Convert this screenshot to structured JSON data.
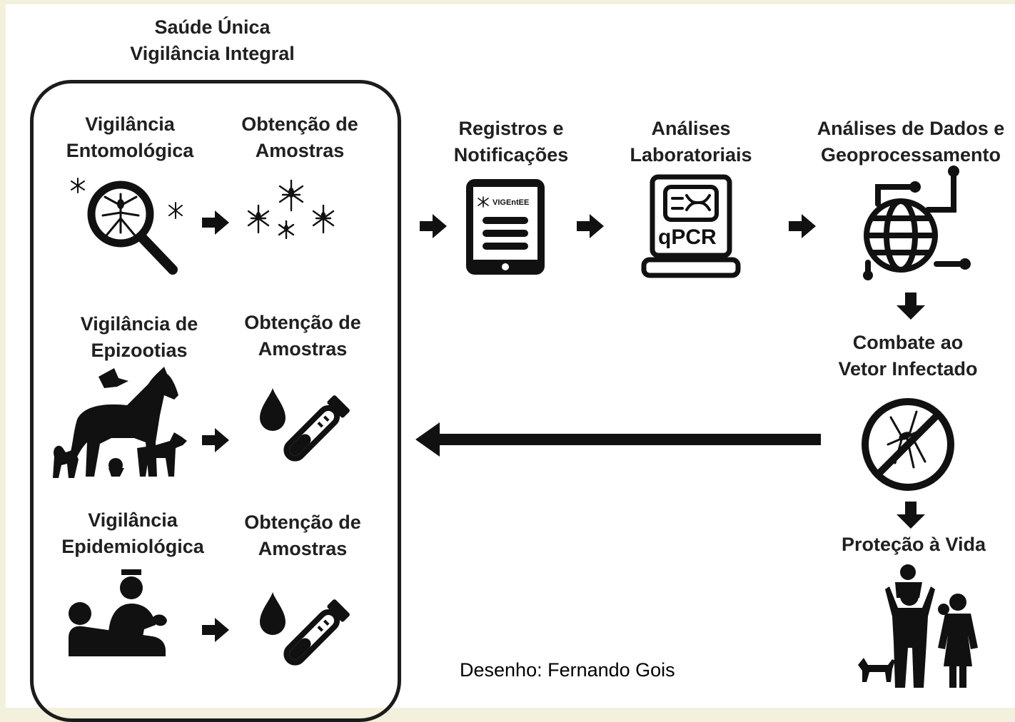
{
  "header": {
    "title_line1": "Saúde Única",
    "title_line2": "Vigilância Integral"
  },
  "group": {
    "rows": [
      {
        "label_line1": "Vigilância",
        "label_line2": "Entomológica",
        "sample_line1": "Obtenção de",
        "sample_line2": "Amostras",
        "icon": "magnifier-mosquito-icon",
        "sample_icon": "mosquitoes-icon"
      },
      {
        "label_line1": "Vigilância de",
        "label_line2": "Epizootias",
        "sample_line1": "Obtenção de",
        "sample_line2": "Amostras",
        "icon": "animals-icon",
        "sample_icon": "blood-test-tube-icon"
      },
      {
        "label_line1": "Vigilância",
        "label_line2": "Epidemiológica",
        "sample_line1": "Obtenção de",
        "sample_line2": "Amostras",
        "icon": "doctor-patient-icon",
        "sample_icon": "blood-test-tube-icon"
      }
    ]
  },
  "flow": {
    "registros_line1": "Registros e",
    "registros_line2": "Notificações",
    "tablet_brand": "VIGEntEE",
    "analises_line1": "Análises",
    "analises_line2": "Laboratoriais",
    "qpcr_label": "qPCR",
    "geo_line1": "Análises de Dados e",
    "geo_line2": "Geoprocessamento",
    "combate_line1": "Combate ao",
    "combate_line2": "Vetor Infectado",
    "protecao": "Proteção à Vida"
  },
  "credit": "Desenho: Fernando Gois",
  "colors": {
    "background": "#f3f1dc",
    "panel": "#ffffff",
    "ink": "#1c1c1c"
  }
}
